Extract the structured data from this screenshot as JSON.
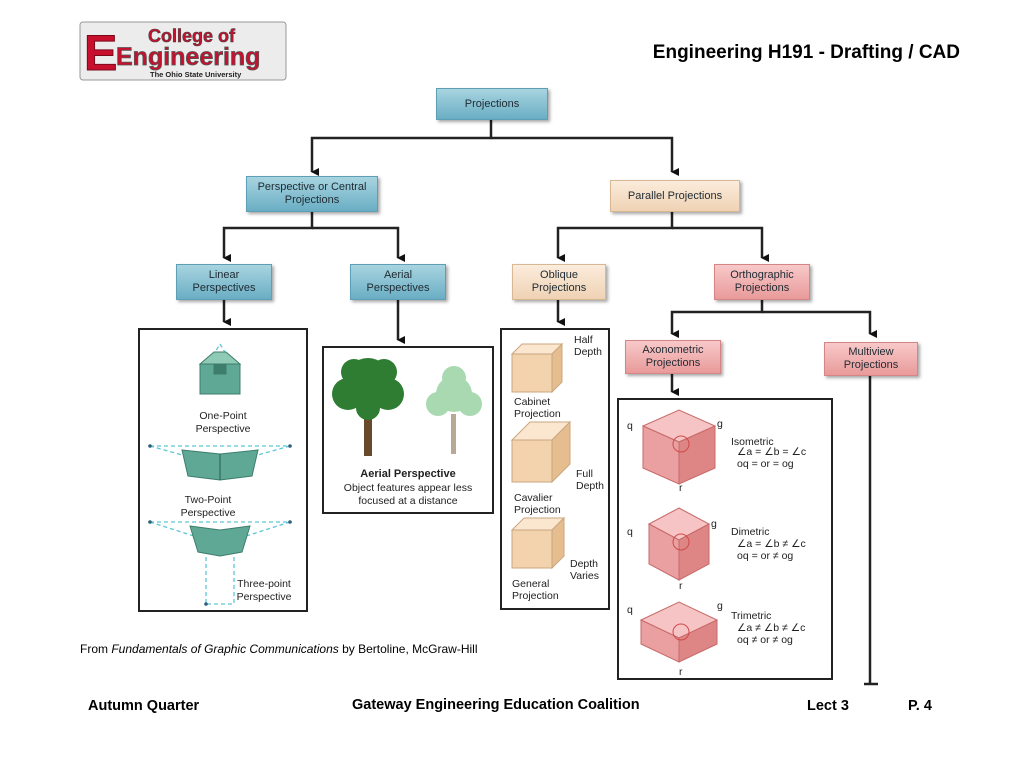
{
  "header": {
    "logo": {
      "line1": "College of",
      "line2": "Engineering",
      "line3": "The Ohio State University"
    },
    "title": "Engineering H191  - Drafting / CAD"
  },
  "tree": {
    "root": "Projections",
    "perspective": "Perspective or Central Projections",
    "parallel": "Parallel Projections",
    "linear": "Linear Perspectives",
    "aerial": "Aerial Perspectives",
    "oblique": "Oblique Projections",
    "orthographic": "Orthographic Projections",
    "axonometric": "Axonometric Projections",
    "multiview": "Multiview Projections"
  },
  "panels": {
    "linear": {
      "one_point": "One-Point Perspective",
      "two_point": "Two-Point Perspective",
      "three_point": "Three-point Perspective"
    },
    "aerial": {
      "title": "Aerial Perspective",
      "desc": "Object features appear less focused at a distance"
    },
    "oblique": {
      "half_depth": "Half Depth",
      "cabinet": "Cabinet Projection",
      "full_depth": "Full Depth",
      "cavalier": "Cavalier Projection",
      "depth_varies": "Depth Varies",
      "general": "General Projection"
    },
    "axonometric": {
      "iso_name": "Isometric",
      "iso_angles": "∠a = ∠b = ∠c",
      "iso_lengths": "oq = or = og",
      "di_name": "Dimetric",
      "di_angles": "∠a = ∠b ≠ ∠c",
      "di_lengths": "oq = or ≠ og",
      "tri_name": "Trimetric",
      "tri_angles": "∠a ≠ ∠b ≠ ∠c",
      "tri_lengths": "oq ≠ or ≠ og"
    }
  },
  "credit": {
    "prefix": "From ",
    "book": "Fundamentals of Graphic Communications",
    "suffix": " by Bertoline, McGraw-Hill"
  },
  "footer": {
    "left": "Autumn Quarter",
    "center": "Gateway Engineering Education Coalition",
    "lect": "Lect 3",
    "page": "P. 4"
  }
}
